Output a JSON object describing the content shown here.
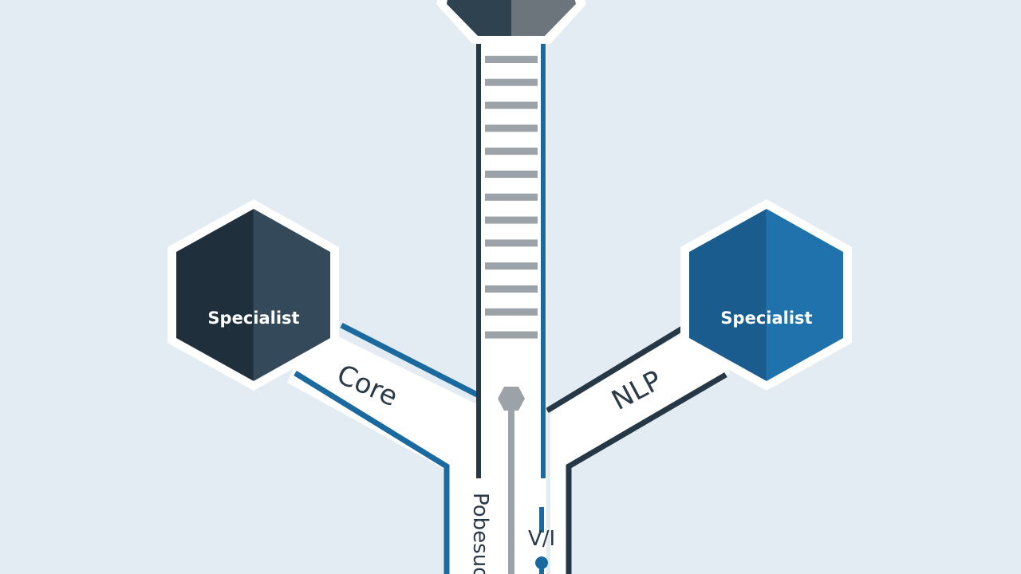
{
  "colors": {
    "background": "#e3ecf3",
    "dark_navy": "#263845",
    "blue": "#1a6aa0",
    "gray": "#9ca3a8",
    "white": "#ffffff"
  },
  "nodes": {
    "left": {
      "label": "Specialist"
    },
    "right": {
      "label": "Specialist"
    },
    "top": {
      "label": ""
    }
  },
  "branches": {
    "left": {
      "label": "Core"
    },
    "right": {
      "label": "NLP"
    }
  },
  "stem": {
    "left_text": "Pobesuo",
    "right_text": "V/I"
  }
}
